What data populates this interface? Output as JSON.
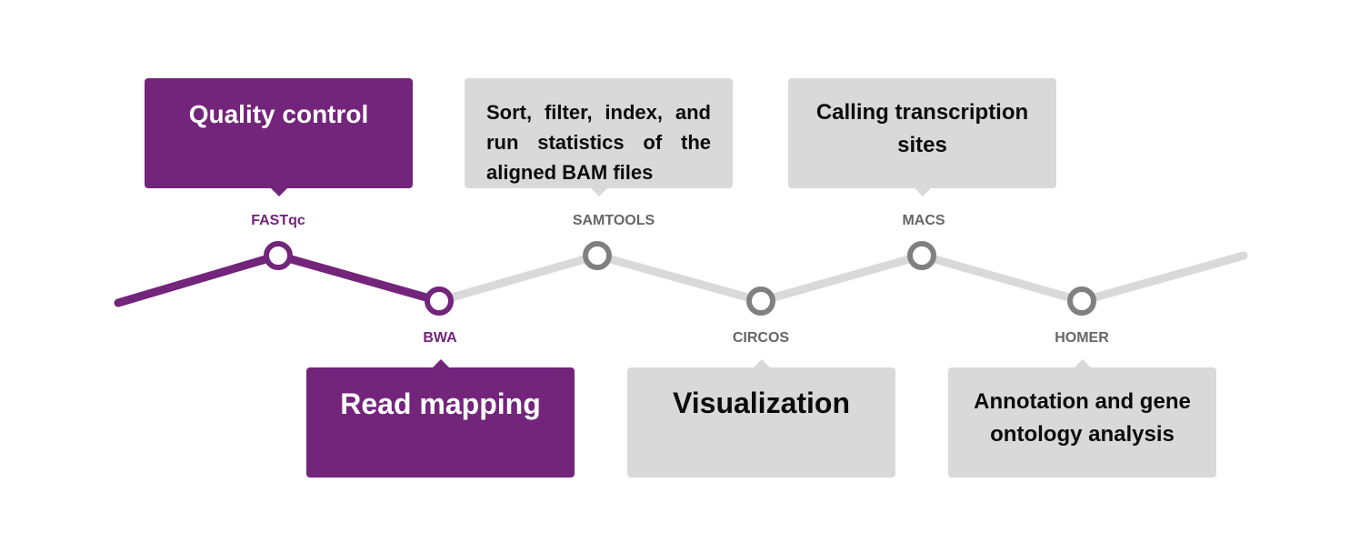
{
  "colors": {
    "active": "#73247b",
    "inactive_line": "#d9d9d9",
    "inactive_node": "#808080",
    "inactive_label": "#666666",
    "inactive_box": "#d9d9d9"
  },
  "steps": [
    {
      "tool": "FASTqc",
      "description": "Quality control",
      "status": "active"
    },
    {
      "tool": "BWA",
      "description": "Read mapping",
      "status": "active"
    },
    {
      "tool": "SAMTOOLS",
      "description": "Sort, filter, index, and run statistics of the aligned BAM files",
      "status": "inactive"
    },
    {
      "tool": "CIRCOS",
      "description": "Visualization",
      "status": "inactive"
    },
    {
      "tool": "MACS",
      "description": "Calling transcription sites",
      "status": "inactive"
    },
    {
      "tool": "HOMER",
      "description": "Annotation and gene ontology analysis",
      "status": "inactive"
    }
  ]
}
